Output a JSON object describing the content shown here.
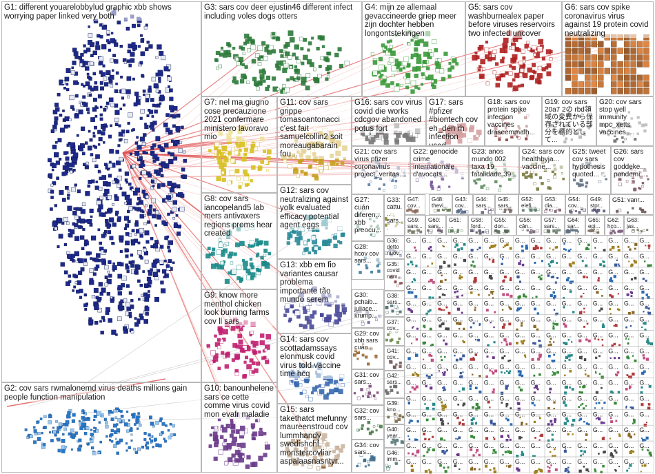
{
  "panels": [
    {
      "id": "G1",
      "text": "G1: different youarelobbylud graphic xbb shows worrying paper linked very both",
      "color": "#1e2a8a"
    },
    {
      "id": "G2",
      "text": "G2: cov sars rwmalonemd virus deaths millions gain people function manipulation",
      "color": "#2a78c8"
    },
    {
      "id": "G3",
      "text": "G3: sars cov deer ejustin46 different infect including voles dogs otters",
      "color": "#2c7a3a"
    },
    {
      "id": "G4",
      "text": "G4: mijn ze allemaal gevaccineerde griep meer zijn dochter hebben longontstekingen",
      "color": "#3a9a3a"
    },
    {
      "id": "G5",
      "text": "G5: sars cov washburnealex paper before viruses reservoirs two infected uncover",
      "color": "#b02020"
    },
    {
      "id": "G6",
      "text": "G6: sars cov spike coronavirus virus against 19 protein covid neutralizing",
      "color": "#c87a3a"
    },
    {
      "id": "G7",
      "text": "G7: nel ma giugno cose precauzione 2021 confermare ministero lavoravo mio",
      "color": "#d8c020"
    },
    {
      "id": "G8",
      "text": "G8: cov sars iancopeland5 lab mers antivaxers regions proms hear created",
      "color": "#1a8a8a"
    },
    {
      "id": "G9",
      "text": "G9: know more menthol chicken look burning farms cov ll sars",
      "color": "#c02070"
    },
    {
      "id": "G10",
      "text": "G10: banounhelene sars ce cette comme virus covid mon evafr maladie",
      "color": "#6a3a8a"
    },
    {
      "id": "G11",
      "text": "G11: cov sars grippe tomasoantonacci c'est fait samuelcollin2 soit moreaugabarain fou...",
      "color": "#c8a020"
    },
    {
      "id": "G12",
      "text": "G12: sars cov neutralizing against yolk evaluated efficacy potential agent eggs",
      "color": "#2a8a9a"
    },
    {
      "id": "G13",
      "text": "G13: xbb em fio variantes causar problema importante tão mundo serem",
      "color": "#4a4a9a"
    },
    {
      "id": "G14",
      "text": "G14: sars cov scottadamssays elonmusk covid virus told vaccine time hcq",
      "color": "#3a6ab0"
    },
    {
      "id": "G15",
      "text": "G15: sars takethatct mefunny maureenstroud cov lummhandy swedishchf monstercovliar aspalaasnasntyr...",
      "color": "#8a5a2a"
    },
    {
      "id": "G16",
      "text": "G16: sars cov virus covid die works cdcgov abandoned potus fort",
      "color": "#7a7a7a"
    },
    {
      "id": "G17",
      "text": "G17: sars #pfizer #biontech cov eh_den rh infection used...",
      "color": "#a03030"
    },
    {
      "id": "G18",
      "text": "G18: sars cov protein spike infection vaccines draseemmalh...",
      "color": "#8a3a3a"
    },
    {
      "id": "G19",
      "text": "G19: cov sars 20a7 2の rbd領域の変異から保存されている部分を標的として...",
      "color": "#5a5a5a"
    },
    {
      "id": "G20",
      "text": "G20: cov sars stop well immunity mpc_xetts vaccines...",
      "color": "#6a6a6a"
    },
    {
      "id": "G21",
      "text": "G21: cov sars virus pfizer coronavirus project_veritas...",
      "color": "#5a7aa0"
    },
    {
      "id": "G22",
      "text": "G22: genocide crime internationale d'avocats...",
      "color": "#7a5a9a"
    },
    {
      "id": "G23",
      "text": "G23: anos mundo 002 taxa 19 fatalidade 39...",
      "color": "#5a8a5a"
    },
    {
      "id": "G24",
      "text": "G24: sars cov healthbyja... vaccine...",
      "color": "#7a7a40"
    },
    {
      "id": "G25",
      "text": "G25: tweet cov sars hypothesis quoted...",
      "color": "#607080"
    },
    {
      "id": "G26",
      "text": "G26: sars cov goddeke... pandemi...",
      "color": "#805060"
    },
    {
      "id": "G27",
      "text": "G27: cuán diferen... xbb preocu...",
      "color": "#4a8a6a"
    },
    {
      "id": "G28",
      "text": "G28: hcov cov sars...",
      "color": "#3a7a9a"
    },
    {
      "id": "G29",
      "text": "G29: cov xbb sars cuán...",
      "color": "#9a6a3a"
    },
    {
      "id": "G30",
      "text": "G30: pchaib... juliace... krump...",
      "color": "#6a6a9a"
    },
    {
      "id": "G31",
      "text": "G31: cov sars...",
      "color": "#7a4a7a"
    },
    {
      "id": "G32",
      "text": "G32: cov sars...",
      "color": "#4a7a4a"
    },
    {
      "id": "G33",
      "text": "G33: cattu... sars...",
      "color": "#8a8a3a"
    },
    {
      "id": "G34",
      "text": "G34: cov sars...",
      "color": "#3a6a8a"
    },
    {
      "id": "G35",
      "text": "G35: covid nam...",
      "color": "#8a4a4a"
    },
    {
      "id": "G36",
      "text": "G36: detto nuov...",
      "color": "#5a5a8a"
    },
    {
      "id": "G37",
      "text": "G37: cov...",
      "color": "#6a8a4a"
    },
    {
      "id": "G38",
      "text": "G38: sars...",
      "color": "#4a6a6a"
    },
    {
      "id": "G39",
      "text": "G39: kno...",
      "color": "#7a6a4a"
    },
    {
      "id": "G40",
      "text": "G40: year...",
      "color": "#5a7a7a"
    },
    {
      "id": "G41",
      "text": "G41: cov...",
      "color": "#7a5a5a"
    },
    {
      "id": "G42",
      "text": "G42: sars...",
      "color": "#6a6a6a"
    },
    {
      "id": "G43",
      "text": "G43: cov...",
      "color": "#5a6a8a"
    },
    {
      "id": "G44",
      "text": "G44: sars...",
      "color": "#6a5a7a"
    },
    {
      "id": "G45",
      "text": "G45: sars...",
      "color": "#7a6a6a"
    },
    {
      "id": "G46",
      "text": "G46: imm...",
      "color": "#5a8a7a"
    },
    {
      "id": "G47",
      "text": "G47: cov...",
      "color": "#8a6a5a"
    },
    {
      "id": "G48",
      "text": "G48: thevi...",
      "color": "#6a7a5a"
    },
    {
      "id": "G49",
      "text": "G49: stor...",
      "color": "#5a5a7a"
    },
    {
      "id": "G50",
      "text": "G50: ...",
      "color": "#7a7a5a"
    },
    {
      "id": "G51",
      "text": "G51: vanr...",
      "color": "#6a5a5a"
    },
    {
      "id": "G52",
      "text": "G52: elefi...",
      "color": "#5a7a6a"
    },
    {
      "id": "G53",
      "text": "G53: dia...",
      "color": "#7a5a6a"
    },
    {
      "id": "G54",
      "text": "G54: cov...",
      "color": "#6a6a7a"
    },
    {
      "id": "G55",
      "text": "G55: don...",
      "color": "#5a6a5a"
    },
    {
      "id": "G56",
      "text": "G56: cân...",
      "color": "#7a6a7a"
    },
    {
      "id": "G57",
      "text": "G57: sars...",
      "color": "#6a7a6a"
    },
    {
      "id": "G58",
      "text": "G58: ford...",
      "color": "#5a5a6a"
    },
    {
      "id": "G59",
      "text": "G59: sars...",
      "color": "#7a7a6a"
    },
    {
      "id": "G60",
      "text": "G60: sars...",
      "color": "#6a5a6a"
    },
    {
      "id": "G61",
      "text": "G61: ...",
      "color": "#5a7a5a"
    },
    {
      "id": "G62",
      "text": "G62: hco...",
      "color": "#7a5a7a"
    },
    {
      "id": "G63",
      "text": "G63: jas...",
      "color": "#6a6a5a"
    },
    {
      "id": "G64",
      "text": "G64: sar...",
      "color": "#5a6a7a"
    },
    {
      "id": "G65",
      "text": "G65: epi...",
      "color": "#7a6a5a"
    }
  ],
  "tiny_label": "G...",
  "colors": {
    "edge": "#e05050",
    "edge_faint": "#f0a0a0",
    "gray_edge": "#aaaaaa",
    "border": "#b8b8b8",
    "node_default": "#223380"
  }
}
